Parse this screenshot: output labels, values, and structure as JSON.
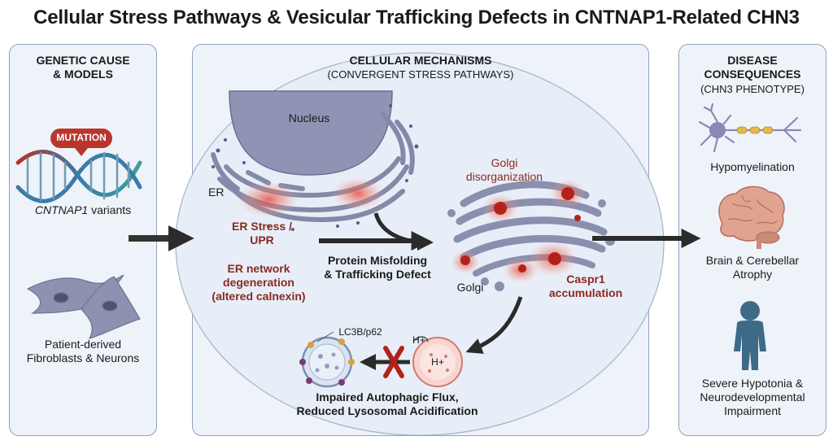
{
  "title": "Cellular Stress Pathways & Vesicular Trafficking Defects in CNTNAP1-Related CHN3",
  "left": {
    "heading_line1": "GENETIC CAUSE",
    "heading_line2": "& MODELS",
    "mutation_badge": "MUTATION",
    "gene": "CNTNAP1",
    "gene_suffix": " variants",
    "cells_line1": "Patient-derived",
    "cells_line2": "Fibroblasts & Neurons"
  },
  "middle": {
    "heading": "CELLULAR MECHANISMS",
    "subheading": "(CONVERGENT STRESS PATHWAYS)",
    "nucleus": "Nucleus",
    "er": "ER",
    "er_stress_line1": "ER Stress /",
    "er_stress_line2": "UPR",
    "er_network_line1": "ER network",
    "er_network_line2": "degeneration",
    "er_network_line3": "(altered calnexin)",
    "misfold_line1": "Protein Misfolding",
    "misfold_line2": "& Trafficking Defect",
    "golgi_dis_line1": "Golgi",
    "golgi_dis_line2": "disorganization",
    "golgi": "Golgi",
    "caspr_line1": "Caspr1",
    "caspr_line2": "accumulation",
    "lc3": "LC3B/p62",
    "hplus": "H+",
    "autophagy_line1": "Impaired Autophagic Flux,",
    "autophagy_line2": "Reduced Lysosomal Acidification"
  },
  "right": {
    "heading_line1": "DISEASE",
    "heading_line2": "CONSEQUENCES",
    "subheading": "(CHN3 PHENOTYPE)",
    "hypomyelination": "Hypomyelination",
    "atrophy_line1": "Brain & Cerebellar",
    "atrophy_line2": "Atrophy",
    "hypotonia_line1": "Severe Hypotonia &",
    "hypotonia_line2": "Neurodevelopmental",
    "hypotonia_line3": "Impairment"
  },
  "colors": {
    "panel_border": "#8ea2bf",
    "panel_fill": "#eef3f9",
    "organelle": "#8a8fae",
    "stress_red": "#c0392b",
    "label_red": "#8a2a20",
    "arrow": "#2b2b2b"
  }
}
